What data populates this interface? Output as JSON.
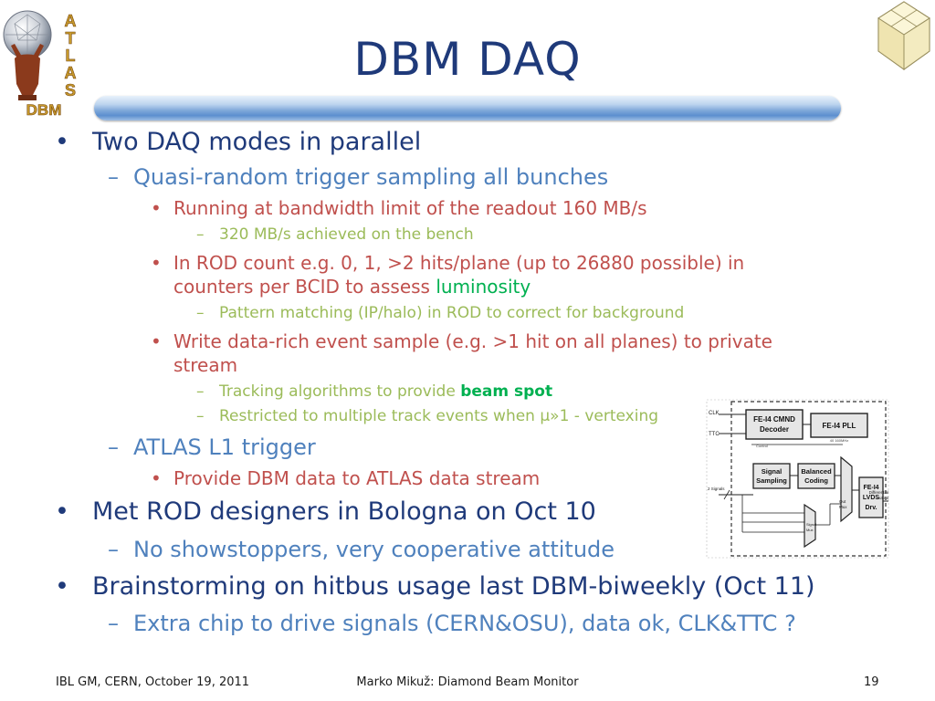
{
  "slide": {
    "title": "DBM DAQ",
    "footer": {
      "left": "IBL GM, CERN, October 19, 2011",
      "center": "Marko Mikuž: Diamond Beam Monitor",
      "page": "19"
    },
    "logo": {
      "letters": [
        "A",
        "T",
        "L",
        "A",
        "S"
      ],
      "sub": "DBM"
    }
  },
  "content": {
    "b1": "Two DAQ modes in parallel",
    "b1_1": "Quasi-random trigger sampling all bunches",
    "b1_1_1": "Running at bandwidth limit of the readout 160 MB/s",
    "b1_1_1_1": "320 MB/s achieved on the bench",
    "b1_1_2a": "In ROD count e.g. 0, 1, >2 hits/plane (up to 26880  possible) in",
    "b1_1_2b_pre": "counters per BCID to assess ",
    "b1_1_2b_hl": "luminosity",
    "b1_1_2_1": "Pattern matching (IP/halo) in ROD to correct for background",
    "b1_1_3a": "Write data-rich event sample (e.g. >1 hit on all planes) to private",
    "b1_1_3b": "stream",
    "b1_1_3_1_pre": "Tracking algorithms to provide ",
    "b1_1_3_1_hl": "beam spot",
    "b1_1_3_2": "Restricted to  multiple track events when μ»1 - vertexing",
    "b1_2": "ATLAS L1 trigger",
    "b1_2_1": "Provide DBM data to ATLAS data stream",
    "b2": "Met ROD designers in Bologna on Oct 10",
    "b2_1": "No showstoppers, very cooperative attitude",
    "b3": "Brainstorming on hitbus usage last DBM-biweekly (Oct 11)",
    "b3_1": "Extra chip to drive signals (CERN&OSU), data ok, CLK&TTC ?"
  },
  "diagram": {
    "clk": "CLK",
    "ttc": "TTC",
    "cmnd": [
      "FE-I4 CMND",
      "Decoder"
    ],
    "pll": "FE-I4 PLL",
    "pll_sub": "40  160MHz",
    "control": "Control",
    "signal_sampling": [
      "Signal",
      "Sampling"
    ],
    "balanced_coding": [
      "Balanced",
      "Coding"
    ],
    "signals": "2 Signals",
    "out_mux": [
      "Out",
      "Mux"
    ],
    "signal_mux": [
      "Signal",
      "Mux"
    ],
    "lvds": [
      "FE-I4",
      "LVDS",
      "Drv."
    ],
    "diff_out": [
      "Differential",
      "output"
    ]
  },
  "colors": {
    "title": "#1f3a7a",
    "level1": "#1f3a7a",
    "level2": "#4f81bd",
    "level3": "#c0504d",
    "level4": "#9bbb59",
    "highlight": "#00b050"
  }
}
